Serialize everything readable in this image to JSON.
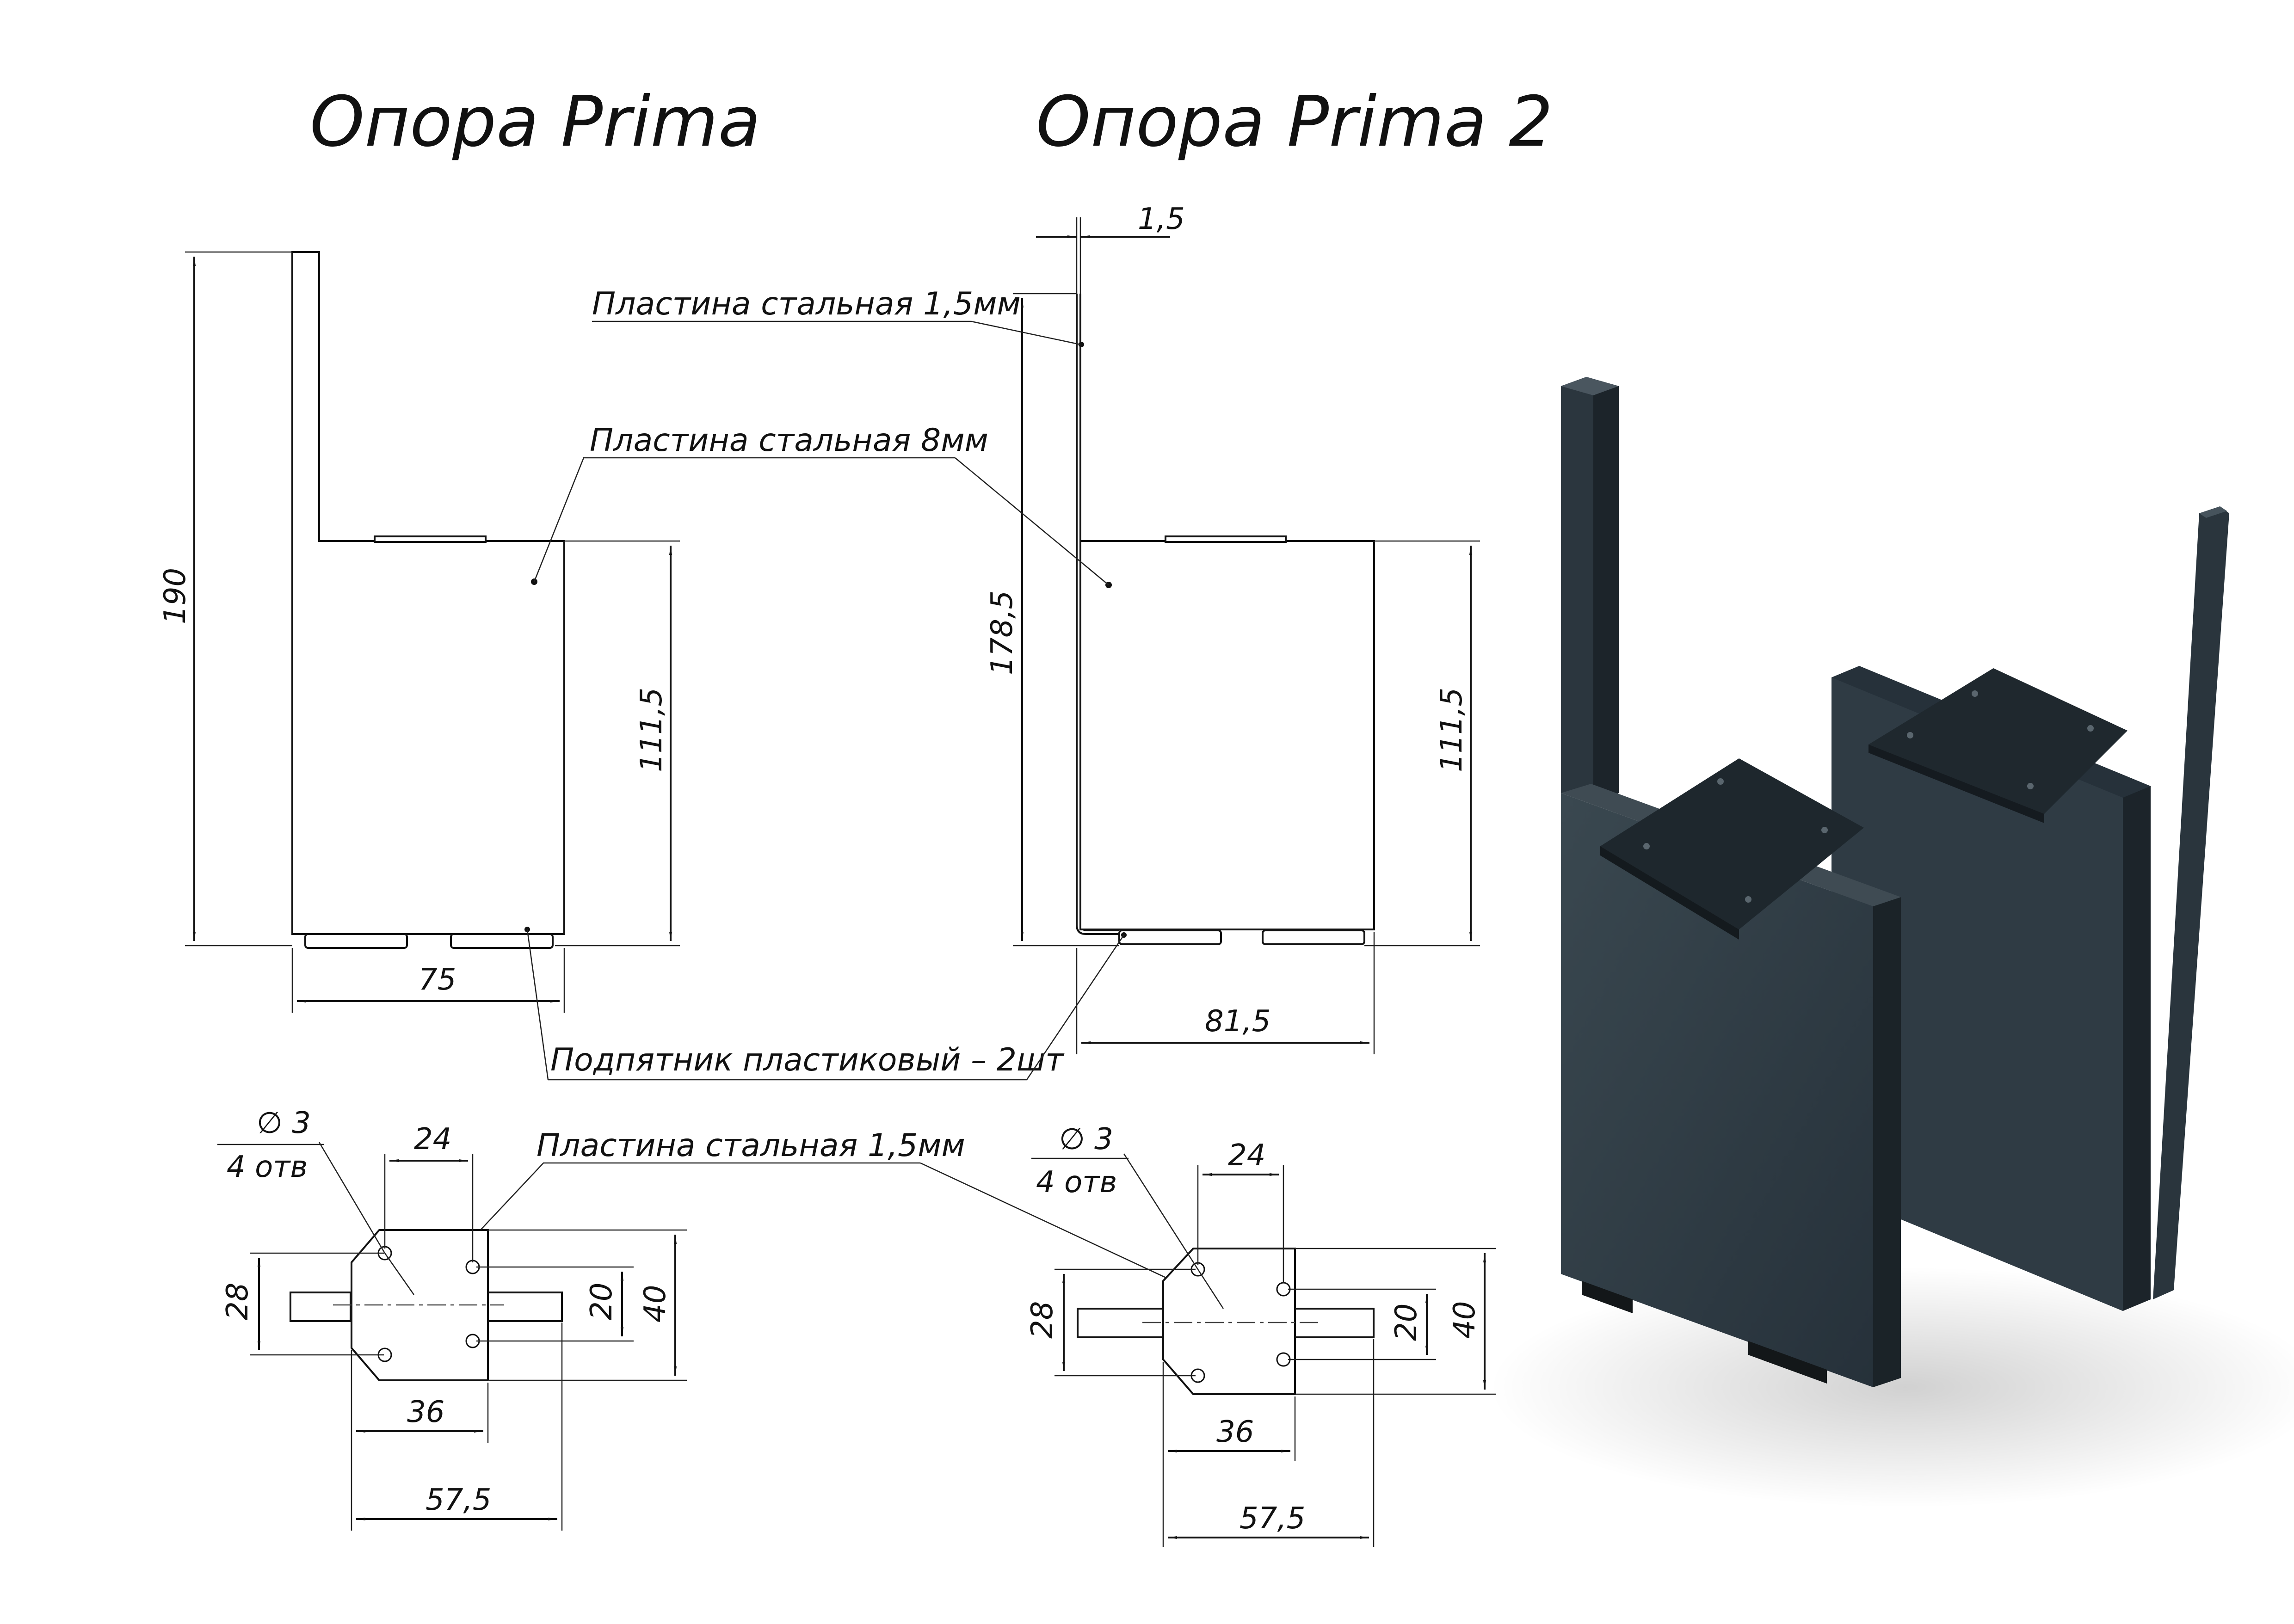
{
  "titles": {
    "left": "Опора Prima",
    "right": "Опора Prima 2"
  },
  "labels": {
    "plate_1_5": "Пластина стальная 1,5мм",
    "plate_8": "Пластина стальная 8мм",
    "foot": "Подпятник пластиковый – 2шт",
    "plate_1_5_top": "Пластина стальная 1,5мм"
  },
  "dims_left": {
    "height": "190",
    "inner_height": "111,5",
    "width": "75"
  },
  "dims_right": {
    "thickness": "1,5",
    "height": "178,5",
    "inner_height": "111,5",
    "width": "81,5"
  },
  "plan_left": {
    "hole_dia": "∅ 3",
    "hole_count": "4 отв",
    "w24": "24",
    "h28": "28",
    "h20": "20",
    "h40": "40",
    "w36": "36",
    "w57": "57,5"
  },
  "plan_right": {
    "hole_dia": "∅ 3",
    "hole_count": "4 отв",
    "w24": "24",
    "h28": "28",
    "h20": "20",
    "h40": "40",
    "w36": "36",
    "w57": "57,5"
  },
  "colors": {
    "metal": "#2e3a42",
    "metal_dark": "#1e262c",
    "metal_light": "#45525b",
    "line": "#111111"
  }
}
